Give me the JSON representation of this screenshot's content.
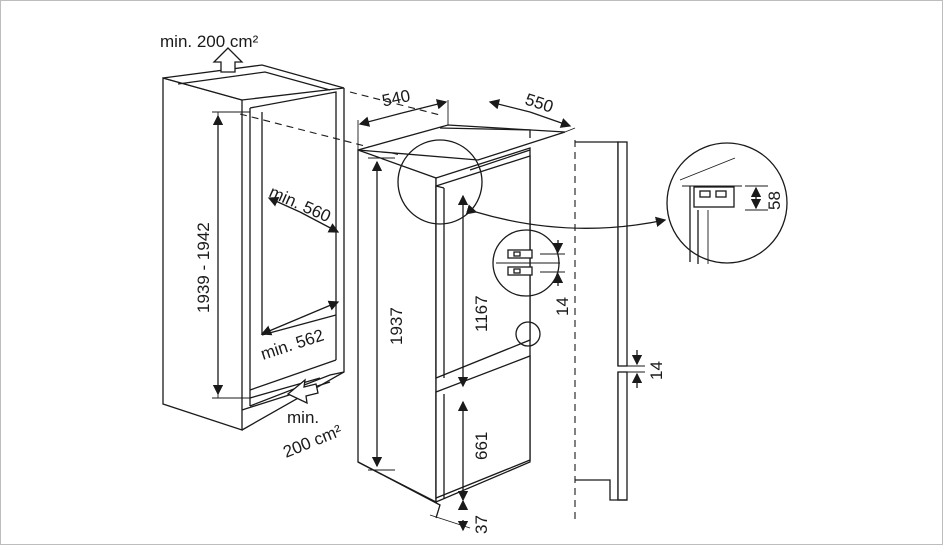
{
  "diagram": {
    "labels": {
      "vent_top": "min. 200 cm²",
      "vent_bottom_line1": "min.",
      "vent_bottom_line2": "200 cm²",
      "niche_height": "1939 - 1942",
      "niche_depth": "min. 560",
      "niche_width": "min. 562",
      "appliance_width": "540",
      "appliance_depth": "550",
      "appliance_height": "1937",
      "upper_door": "1167",
      "lower_door": "661",
      "bottom_gap": "37",
      "hinge_gap": "14",
      "door_gap": "14",
      "detail_height": "58"
    }
  }
}
